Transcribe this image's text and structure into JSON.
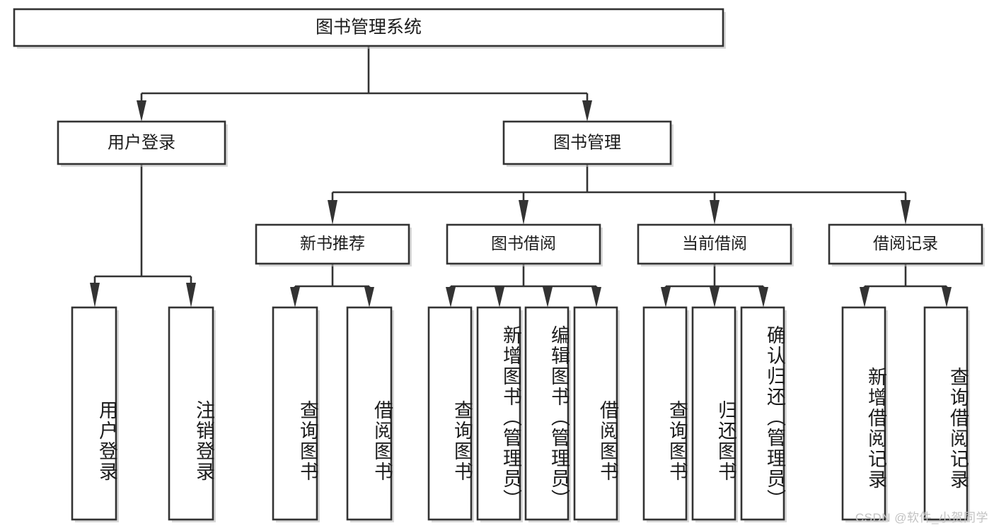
{
  "diagram": {
    "type": "tree-hierarchy-chart",
    "title_node": {
      "id": "root",
      "label": "图书管理系统",
      "orientation": "horizontal"
    },
    "level2": [
      {
        "id": "user-login",
        "label": "用户登录",
        "orientation": "horizontal"
      },
      {
        "id": "book-manage",
        "label": "图书管理",
        "orientation": "horizontal"
      }
    ],
    "level3": [
      {
        "id": "new-book-recommend",
        "label": "新书推荐",
        "orientation": "horizontal",
        "parent": "book-manage"
      },
      {
        "id": "book-borrow",
        "label": "图书借阅",
        "orientation": "horizontal",
        "parent": "book-manage"
      },
      {
        "id": "current-borrow",
        "label": "当前借阅",
        "orientation": "horizontal",
        "parent": "book-manage"
      },
      {
        "id": "borrow-record",
        "label": "借阅记录",
        "orientation": "horizontal",
        "parent": "book-manage"
      }
    ],
    "leaves": [
      {
        "id": "leaf-user-login",
        "label": "用户登录",
        "parent": "user-login",
        "orientation": "vertical"
      },
      {
        "id": "leaf-logout-login",
        "label": "注销登录",
        "parent": "user-login",
        "orientation": "vertical"
      },
      {
        "id": "leaf-query-book-1",
        "label": "查询图书",
        "parent": "new-book-recommend",
        "orientation": "vertical"
      },
      {
        "id": "leaf-borrow-book-1",
        "label": "借阅图书",
        "parent": "new-book-recommend",
        "orientation": "vertical"
      },
      {
        "id": "leaf-query-book-2",
        "label": "查询图书",
        "parent": "book-borrow",
        "orientation": "vertical"
      },
      {
        "id": "leaf-add-book",
        "label": "新增图书（管理员）",
        "parent": "book-borrow",
        "orientation": "vertical"
      },
      {
        "id": "leaf-edit-book",
        "label": "编辑图书（管理员）",
        "parent": "book-borrow",
        "orientation": "vertical"
      },
      {
        "id": "leaf-borrow-book-2",
        "label": "借阅图书",
        "parent": "book-borrow",
        "orientation": "vertical"
      },
      {
        "id": "leaf-query-book-3",
        "label": "查询图书",
        "parent": "current-borrow",
        "orientation": "vertical"
      },
      {
        "id": "leaf-return-book",
        "label": "归还图书",
        "parent": "current-borrow",
        "orientation": "vertical"
      },
      {
        "id": "leaf-confirm-return",
        "label": "确认归还（管理员）",
        "parent": "current-borrow",
        "orientation": "vertical"
      },
      {
        "id": "leaf-add-borrow-record",
        "label": "新增借阅记录",
        "parent": "borrow-record",
        "orientation": "vertical"
      },
      {
        "id": "leaf-query-borrow-record",
        "label": "查询借阅记录",
        "parent": "borrow-record",
        "orientation": "vertical"
      }
    ],
    "colors": {
      "box_fill": "#ffffff",
      "box_stroke": "#333333",
      "text": "#1c1c1c",
      "connector": "#333333",
      "background": "#ffffff",
      "watermark": "#c2c2c2"
    }
  },
  "watermark": {
    "text": "CSDN @软件_小贺同学"
  }
}
